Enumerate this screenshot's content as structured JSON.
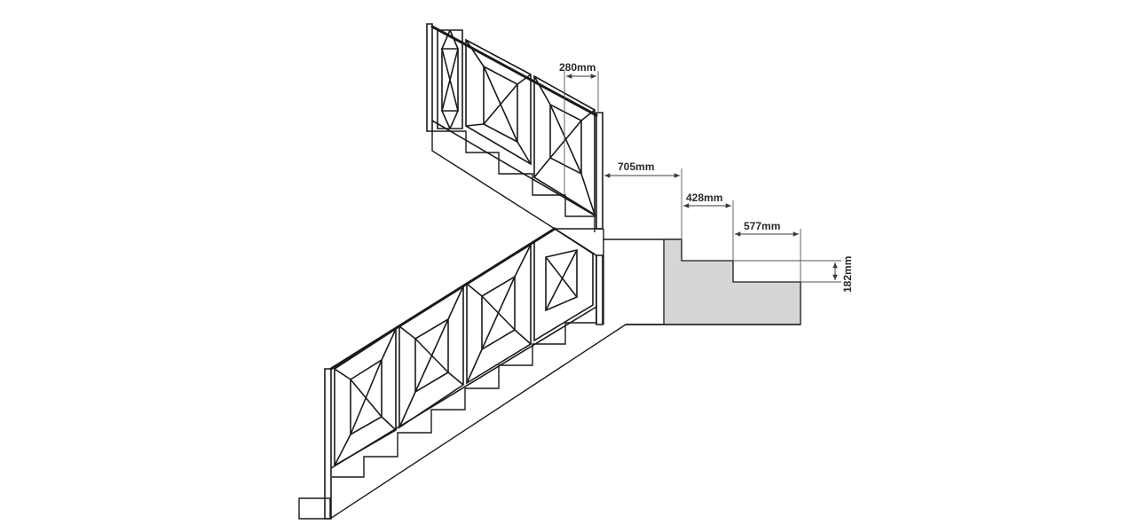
{
  "drawing": {
    "colors": {
      "line": "#1a1a1a",
      "landing_fill": "#d6d6d6",
      "dimension": "#3a3a3a"
    },
    "dimensions": {
      "baluster_spacing": "280mm",
      "landing_depth": "705mm",
      "tread_depth": "428mm",
      "lower_tread_depth": "577mm",
      "riser_height": "182mm"
    }
  }
}
